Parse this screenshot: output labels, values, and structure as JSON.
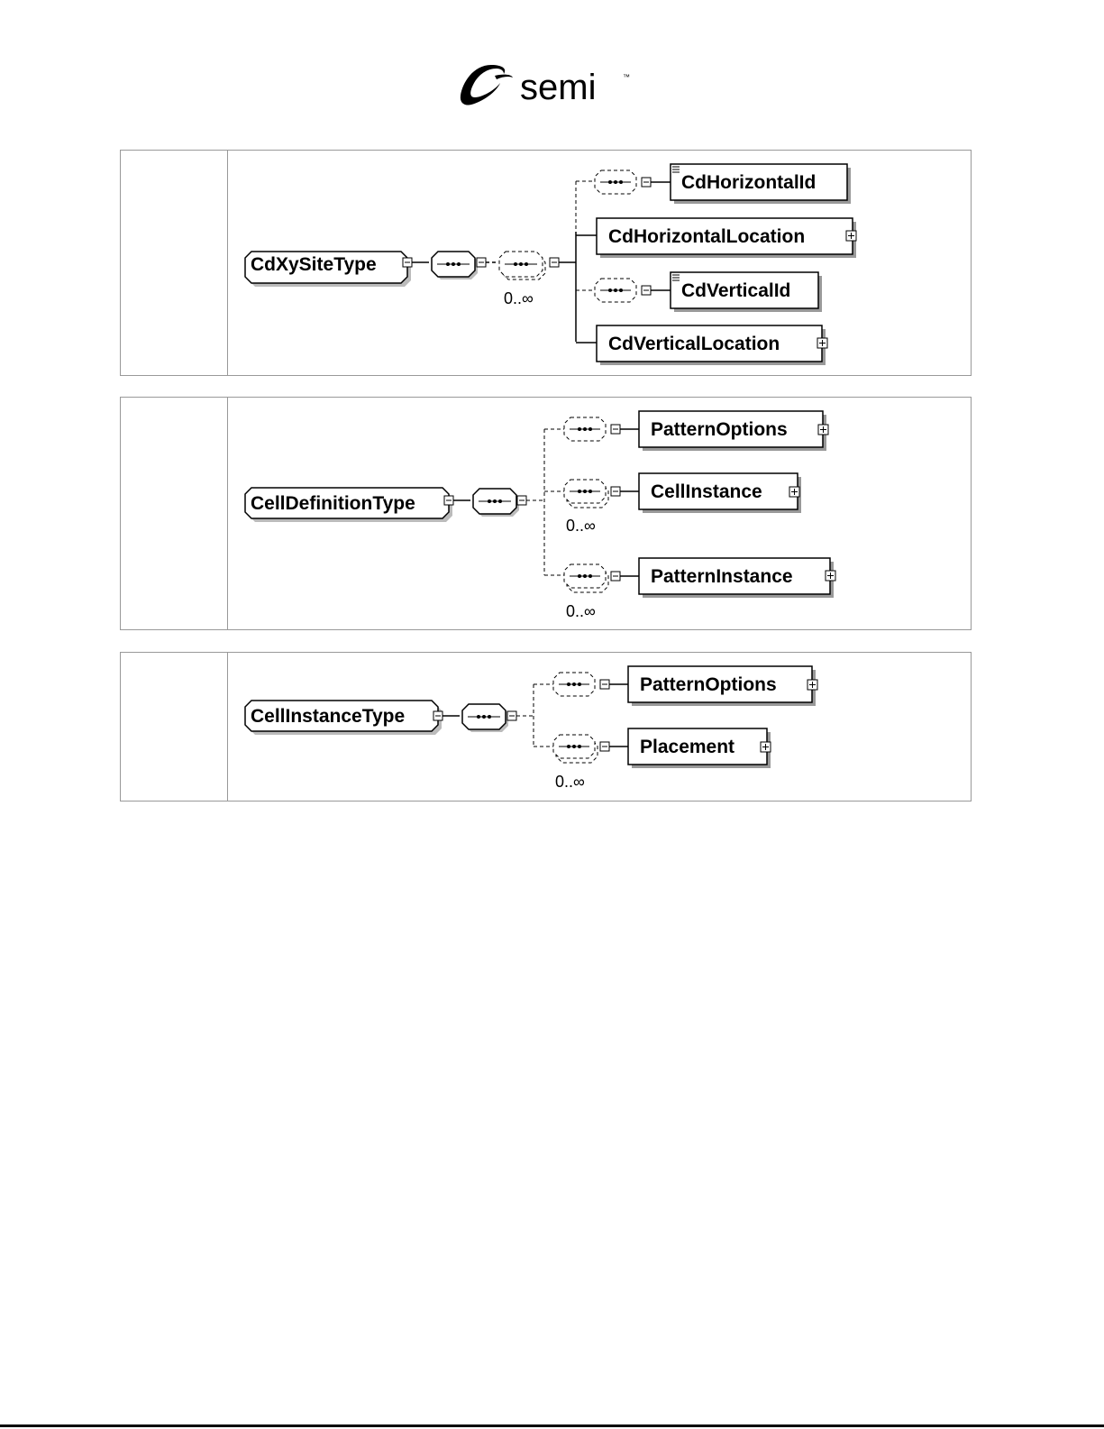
{
  "logo": {
    "wordmark": "semi",
    "trademark": "™"
  },
  "diagrams": [
    {
      "root": "CdXySiteType",
      "sequence_occurs": "0..∞",
      "elements": [
        "CdHorizontalId",
        "CdHorizontalLocation",
        "CdVerticalId",
        "CdVerticalLocation"
      ]
    },
    {
      "root": "CellDefinitionType",
      "elements": [
        "PatternOptions",
        "CellInstance",
        "PatternInstance"
      ],
      "occurs": [
        "0..∞",
        "0..∞"
      ]
    },
    {
      "root": "CellInstanceType",
      "elements": [
        "PatternOptions",
        "Placement"
      ],
      "occurs": [
        "0..∞"
      ]
    }
  ]
}
